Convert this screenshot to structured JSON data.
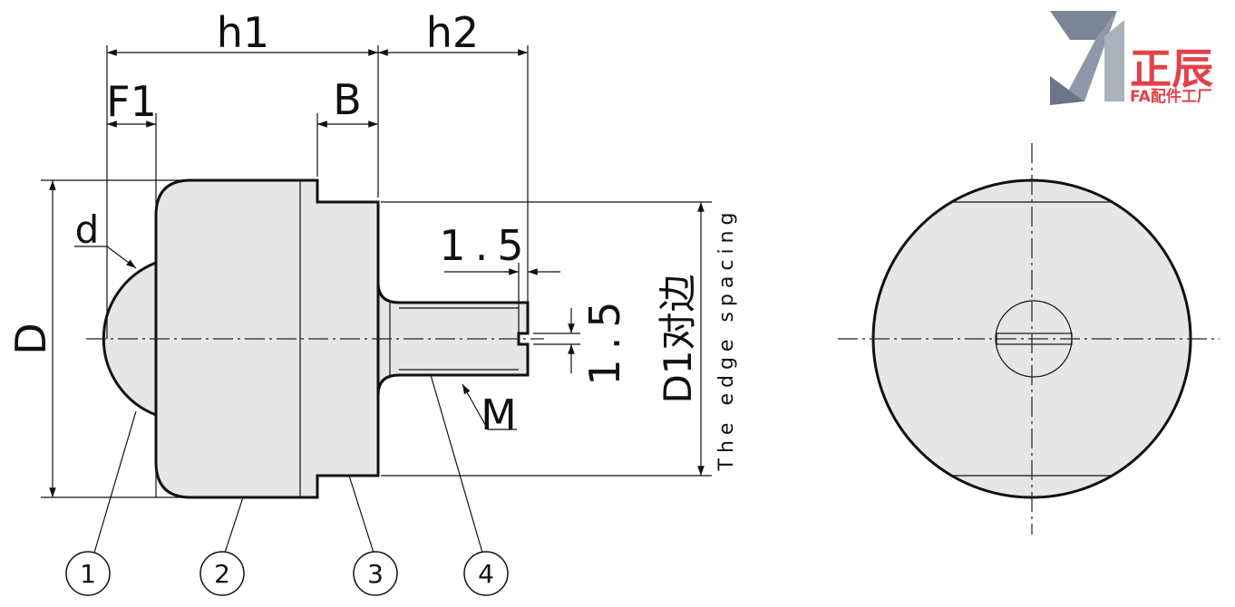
{
  "dimensions": {
    "h1": "h1",
    "h2": "h2",
    "F1": "F1",
    "B": "B",
    "d": "d",
    "D": "D",
    "thread_x": "1.5",
    "thread_y": "1.5",
    "M": "M",
    "D1": "D1对边",
    "edge_spacing": "The edge spacing"
  },
  "callouts": [
    "1",
    "2",
    "3",
    "4"
  ],
  "logo": {
    "name": "正辰",
    "sub": "FA配件工厂",
    "red": "#e2424b",
    "slate": "#7a8596"
  }
}
